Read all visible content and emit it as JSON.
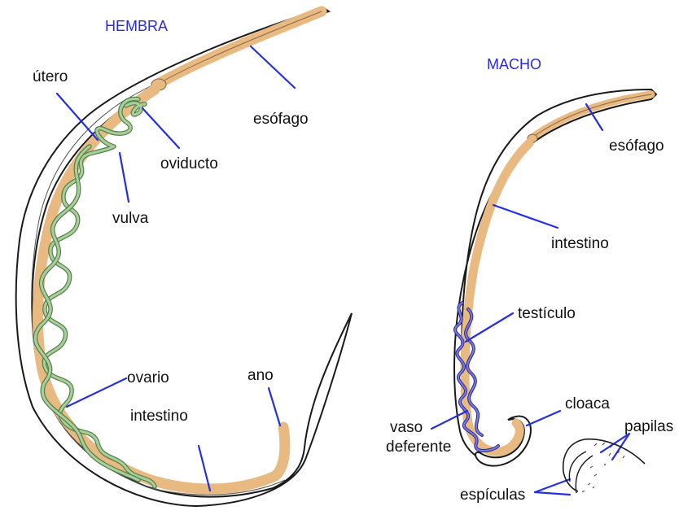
{
  "female": {
    "title": "HEMBRA",
    "labels": {
      "esofago": "esófago",
      "utero": "útero",
      "oviducto": "oviducto",
      "vulva": "vulva",
      "ovario": "ovario",
      "intestino": "intestino",
      "ano": "ano"
    }
  },
  "male": {
    "title": "MACHO",
    "labels": {
      "esofago": "esófago",
      "intestino": "intestino",
      "testiculo": "testículo",
      "cloaca": "cloaca",
      "vaso_deferente_line1": "vaso",
      "vaso_deferente_line2": "deferente",
      "papilas": "papilas",
      "espiculas": "espículas"
    }
  },
  "colors": {
    "label_lines": "#2430e0",
    "titles": "#2b2bd6",
    "digestive_tract": "#e8b980",
    "uterus": "#a9cf98",
    "testis": "#7a7ae6"
  }
}
